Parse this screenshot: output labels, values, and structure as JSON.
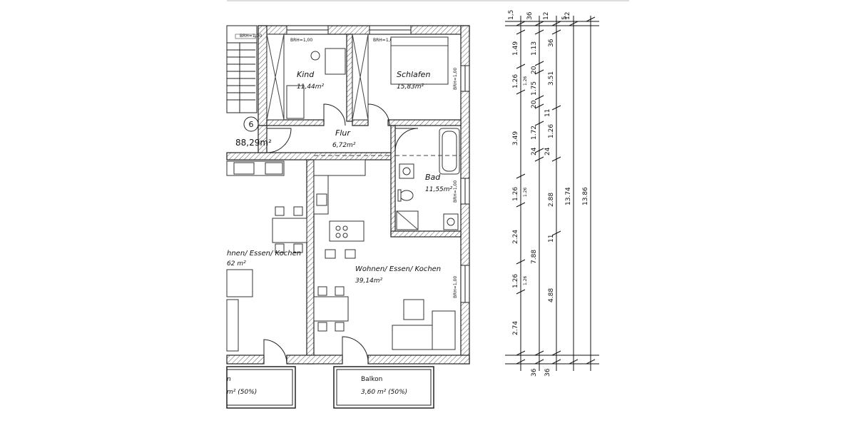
{
  "apartment": {
    "number": "6",
    "area": "88,29m²"
  },
  "rooms": [
    {
      "id": "kind",
      "name": "Kind",
      "area": "11,44m²"
    },
    {
      "id": "schlafen",
      "name": "Schlafen",
      "area": "15,83m²"
    },
    {
      "id": "flur",
      "name": "Flur",
      "area": "6,72m²"
    },
    {
      "id": "bad",
      "name": "Bad",
      "area": "11,55m²"
    },
    {
      "id": "wohnen",
      "name": "Wohnen/ Essen/ Kochen",
      "area": "39,14m²"
    }
  ],
  "neighbor": {
    "room_fragment": "hnen/ Essen/ Kochen",
    "area_fragment": "62 m²",
    "balcony_fragment": "n",
    "balcony_area_fragment": "m² (50%)"
  },
  "balcony": {
    "name": "Balkon",
    "area": "3,60 m² (50%)"
  },
  "window_tags": [
    "BRH=1,00",
    "BRH=1,00",
    "BRH=1,00",
    "BRH=1,00",
    "BRH=1,00",
    "BRH=1,00"
  ],
  "dimensions": {
    "top": [
      "1,5",
      "36",
      "12",
      "5",
      "12"
    ],
    "chain1": [
      "1.49",
      "1.26",
      "3.49",
      "1.26",
      "2.24",
      "1.26",
      "2.74"
    ],
    "chain1_openings": [
      "1.26",
      "1.26",
      "1.26"
    ],
    "chain2": [
      "1.13",
      "20",
      "1.75",
      "20",
      "1.72",
      "24",
      "24",
      "7.88",
      "36"
    ],
    "chain2_extra": [
      "11",
      "11"
    ],
    "chain3": [
      "36",
      "3.51",
      "1.26",
      "2.88",
      "4.88",
      "36"
    ],
    "total1": "13.74",
    "total2": "13.86"
  }
}
